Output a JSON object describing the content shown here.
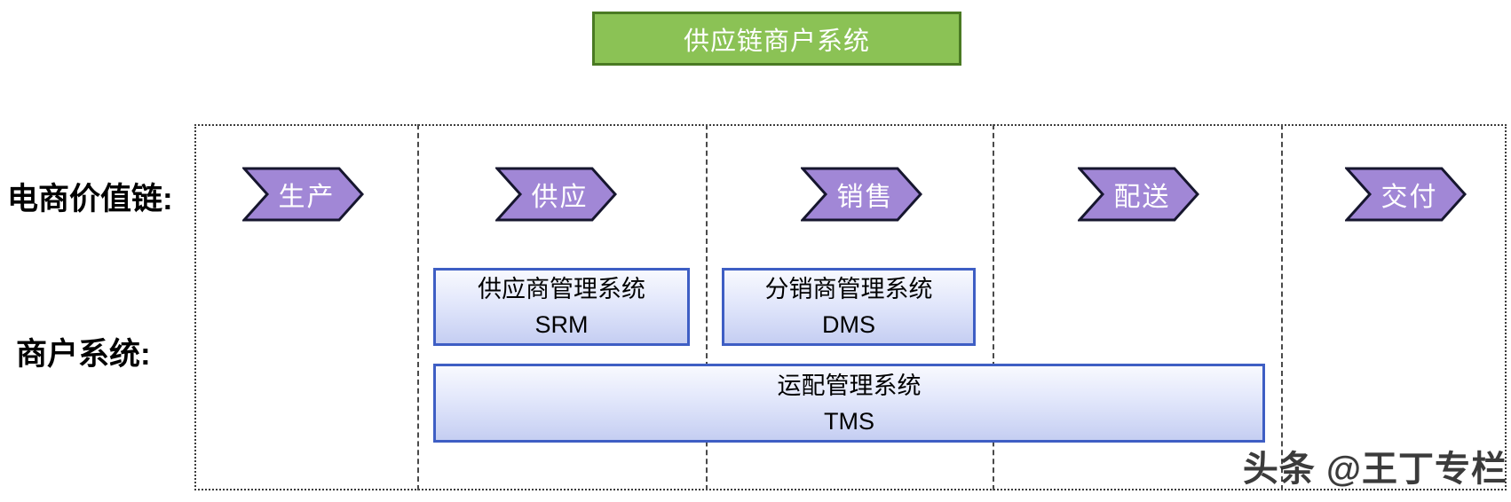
{
  "header": {
    "title": "供应链商户系统"
  },
  "rows": {
    "value_chain": {
      "label": "电商价值链:"
    },
    "merchant_systems": {
      "label": "商户系统:"
    }
  },
  "chain": {
    "steps": [
      {
        "label": "生产"
      },
      {
        "label": "供应"
      },
      {
        "label": "销售"
      },
      {
        "label": "配送"
      },
      {
        "label": "交付"
      }
    ]
  },
  "systems": {
    "srm": {
      "name": "供应商管理系统",
      "abbr": "SRM"
    },
    "dms": {
      "name": "分销商管理系统",
      "abbr": "DMS"
    },
    "tms": {
      "name": "运配管理系统",
      "abbr": "TMS"
    }
  },
  "watermark": {
    "text": "头条 @王丁专栏"
  },
  "colors": {
    "title_fill": "#8bc255",
    "title_border": "#4a7a23",
    "chevron_fill": "#a187d6",
    "chevron_border": "#16162e",
    "system_box_border": "#3e5ec4",
    "system_box_fill_top": "#f8f9fe",
    "system_box_fill_bottom": "#c5cef2"
  }
}
